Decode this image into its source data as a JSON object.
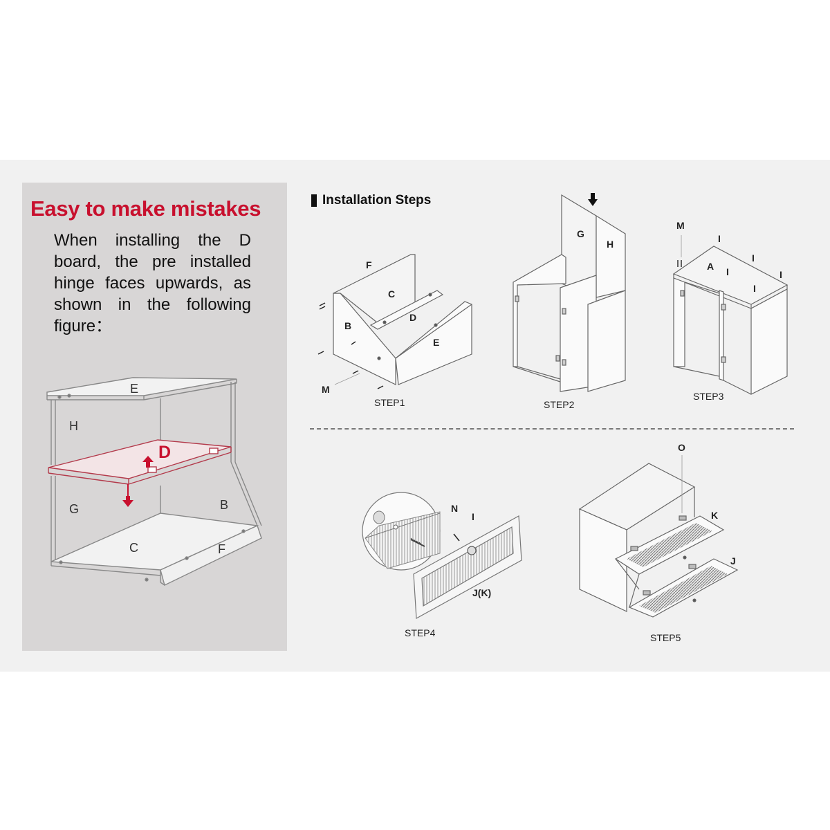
{
  "warning": {
    "title": "Easy to make mistakes",
    "text": "When installing the D board, the pre installed hinge faces upwards, as shown in the following figure："
  },
  "steps_header": "Installation Steps",
  "main_figure": {
    "labels": {
      "E": "E",
      "H": "H",
      "D": "D",
      "G": "G",
      "B": "B",
      "C": "C",
      "F": "F"
    }
  },
  "step1": {
    "caption": "STEP1",
    "labels": {
      "F": "F",
      "C": "C",
      "D": "D",
      "B": "B",
      "E": "E",
      "M": "M"
    }
  },
  "step2": {
    "caption": "STEP2",
    "labels": {
      "G": "G",
      "H": "H"
    }
  },
  "step3": {
    "caption": "STEP3",
    "labels": {
      "M": "M",
      "A": "A",
      "I": "I"
    }
  },
  "step4": {
    "caption": "STEP4",
    "labels": {
      "N": "N",
      "I": "I",
      "JK": "J(K)"
    }
  },
  "step5": {
    "caption": "STEP5",
    "labels": {
      "O": "O",
      "K": "K",
      "J": "J"
    }
  },
  "colors": {
    "accent": "#c8102e",
    "warning_bg": "#d8d6d6",
    "band_bg": "#f1f1f1"
  }
}
